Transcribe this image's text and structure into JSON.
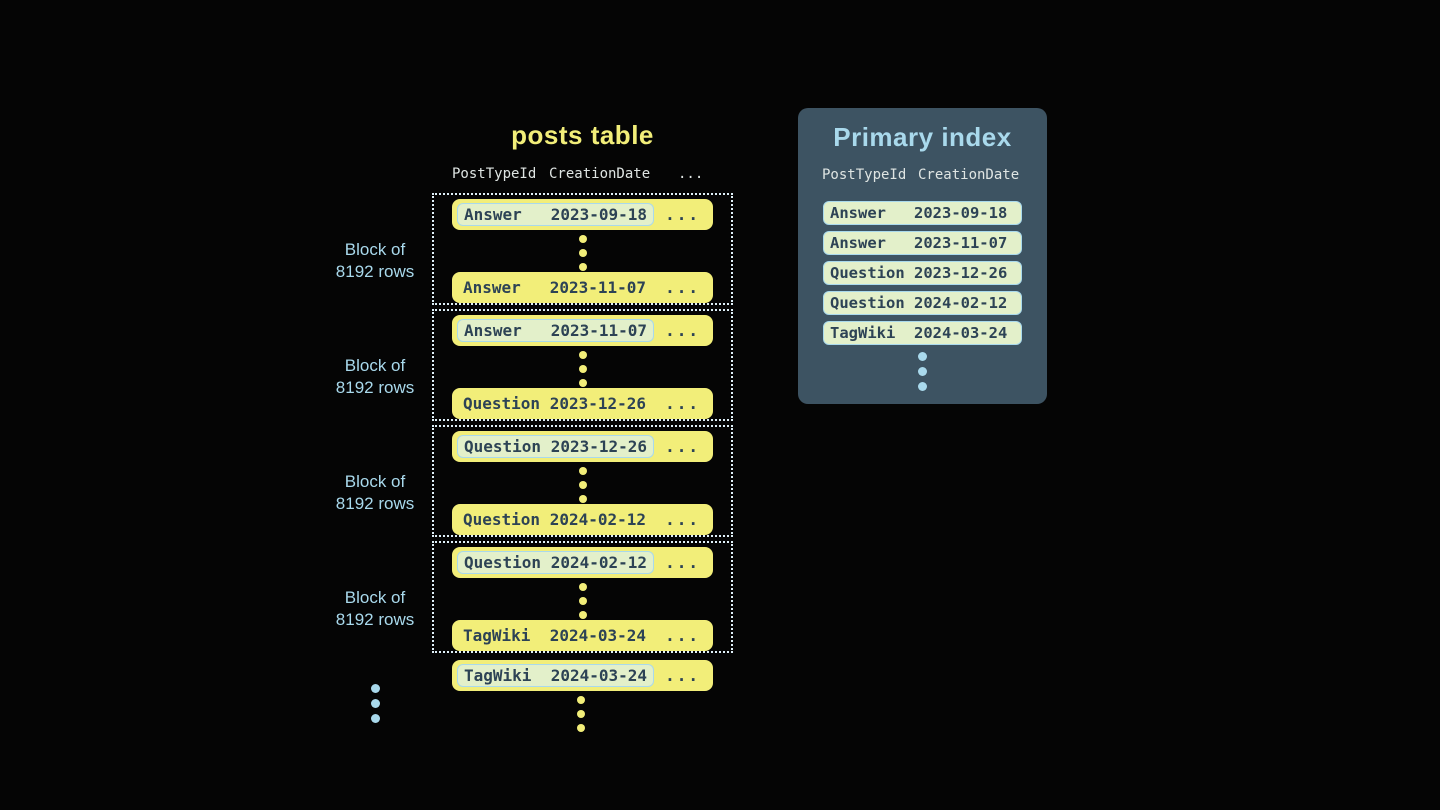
{
  "colors": {
    "bg": "#050505",
    "yellow": "#f2ee79",
    "pale-green": "#e3f0ca",
    "light-blue": "#a9d9ec",
    "navy": "#2d4355",
    "panel": "#3d5362",
    "dotted": "#dff0f8",
    "header-text": "#dfe5e3"
  },
  "posts_table": {
    "title": "posts table",
    "columns": [
      "PostTypeId",
      "CreationDate"
    ],
    "ellipsis": "...",
    "block_label": [
      "Block of",
      "8192 rows"
    ],
    "blocks": [
      {
        "first": {
          "type": "Answer",
          "date": "2023-09-18"
        },
        "last": {
          "type": "Answer",
          "date": "2023-11-07"
        }
      },
      {
        "first": {
          "type": "Answer",
          "date": "2023-11-07"
        },
        "last": {
          "type": "Question",
          "date": "2023-12-26"
        }
      },
      {
        "first": {
          "type": "Question",
          "date": "2023-12-26"
        },
        "last": {
          "type": "Question",
          "date": "2024-02-12"
        }
      },
      {
        "first": {
          "type": "Question",
          "date": "2024-02-12"
        },
        "last": {
          "type": "TagWiki",
          "date": "2024-03-24"
        }
      }
    ],
    "trailing_row": {
      "type": "TagWiki",
      "date": "2024-03-24"
    }
  },
  "primary_index": {
    "title": "Primary index",
    "columns": [
      "PostTypeId",
      "CreationDate"
    ],
    "rows": [
      {
        "type": "Answer",
        "date": "2023-09-18"
      },
      {
        "type": "Answer",
        "date": "2023-11-07"
      },
      {
        "type": "Question",
        "date": "2023-12-26"
      },
      {
        "type": "Question",
        "date": "2024-02-12"
      },
      {
        "type": "TagWiki",
        "date": "2024-03-24"
      }
    ]
  }
}
